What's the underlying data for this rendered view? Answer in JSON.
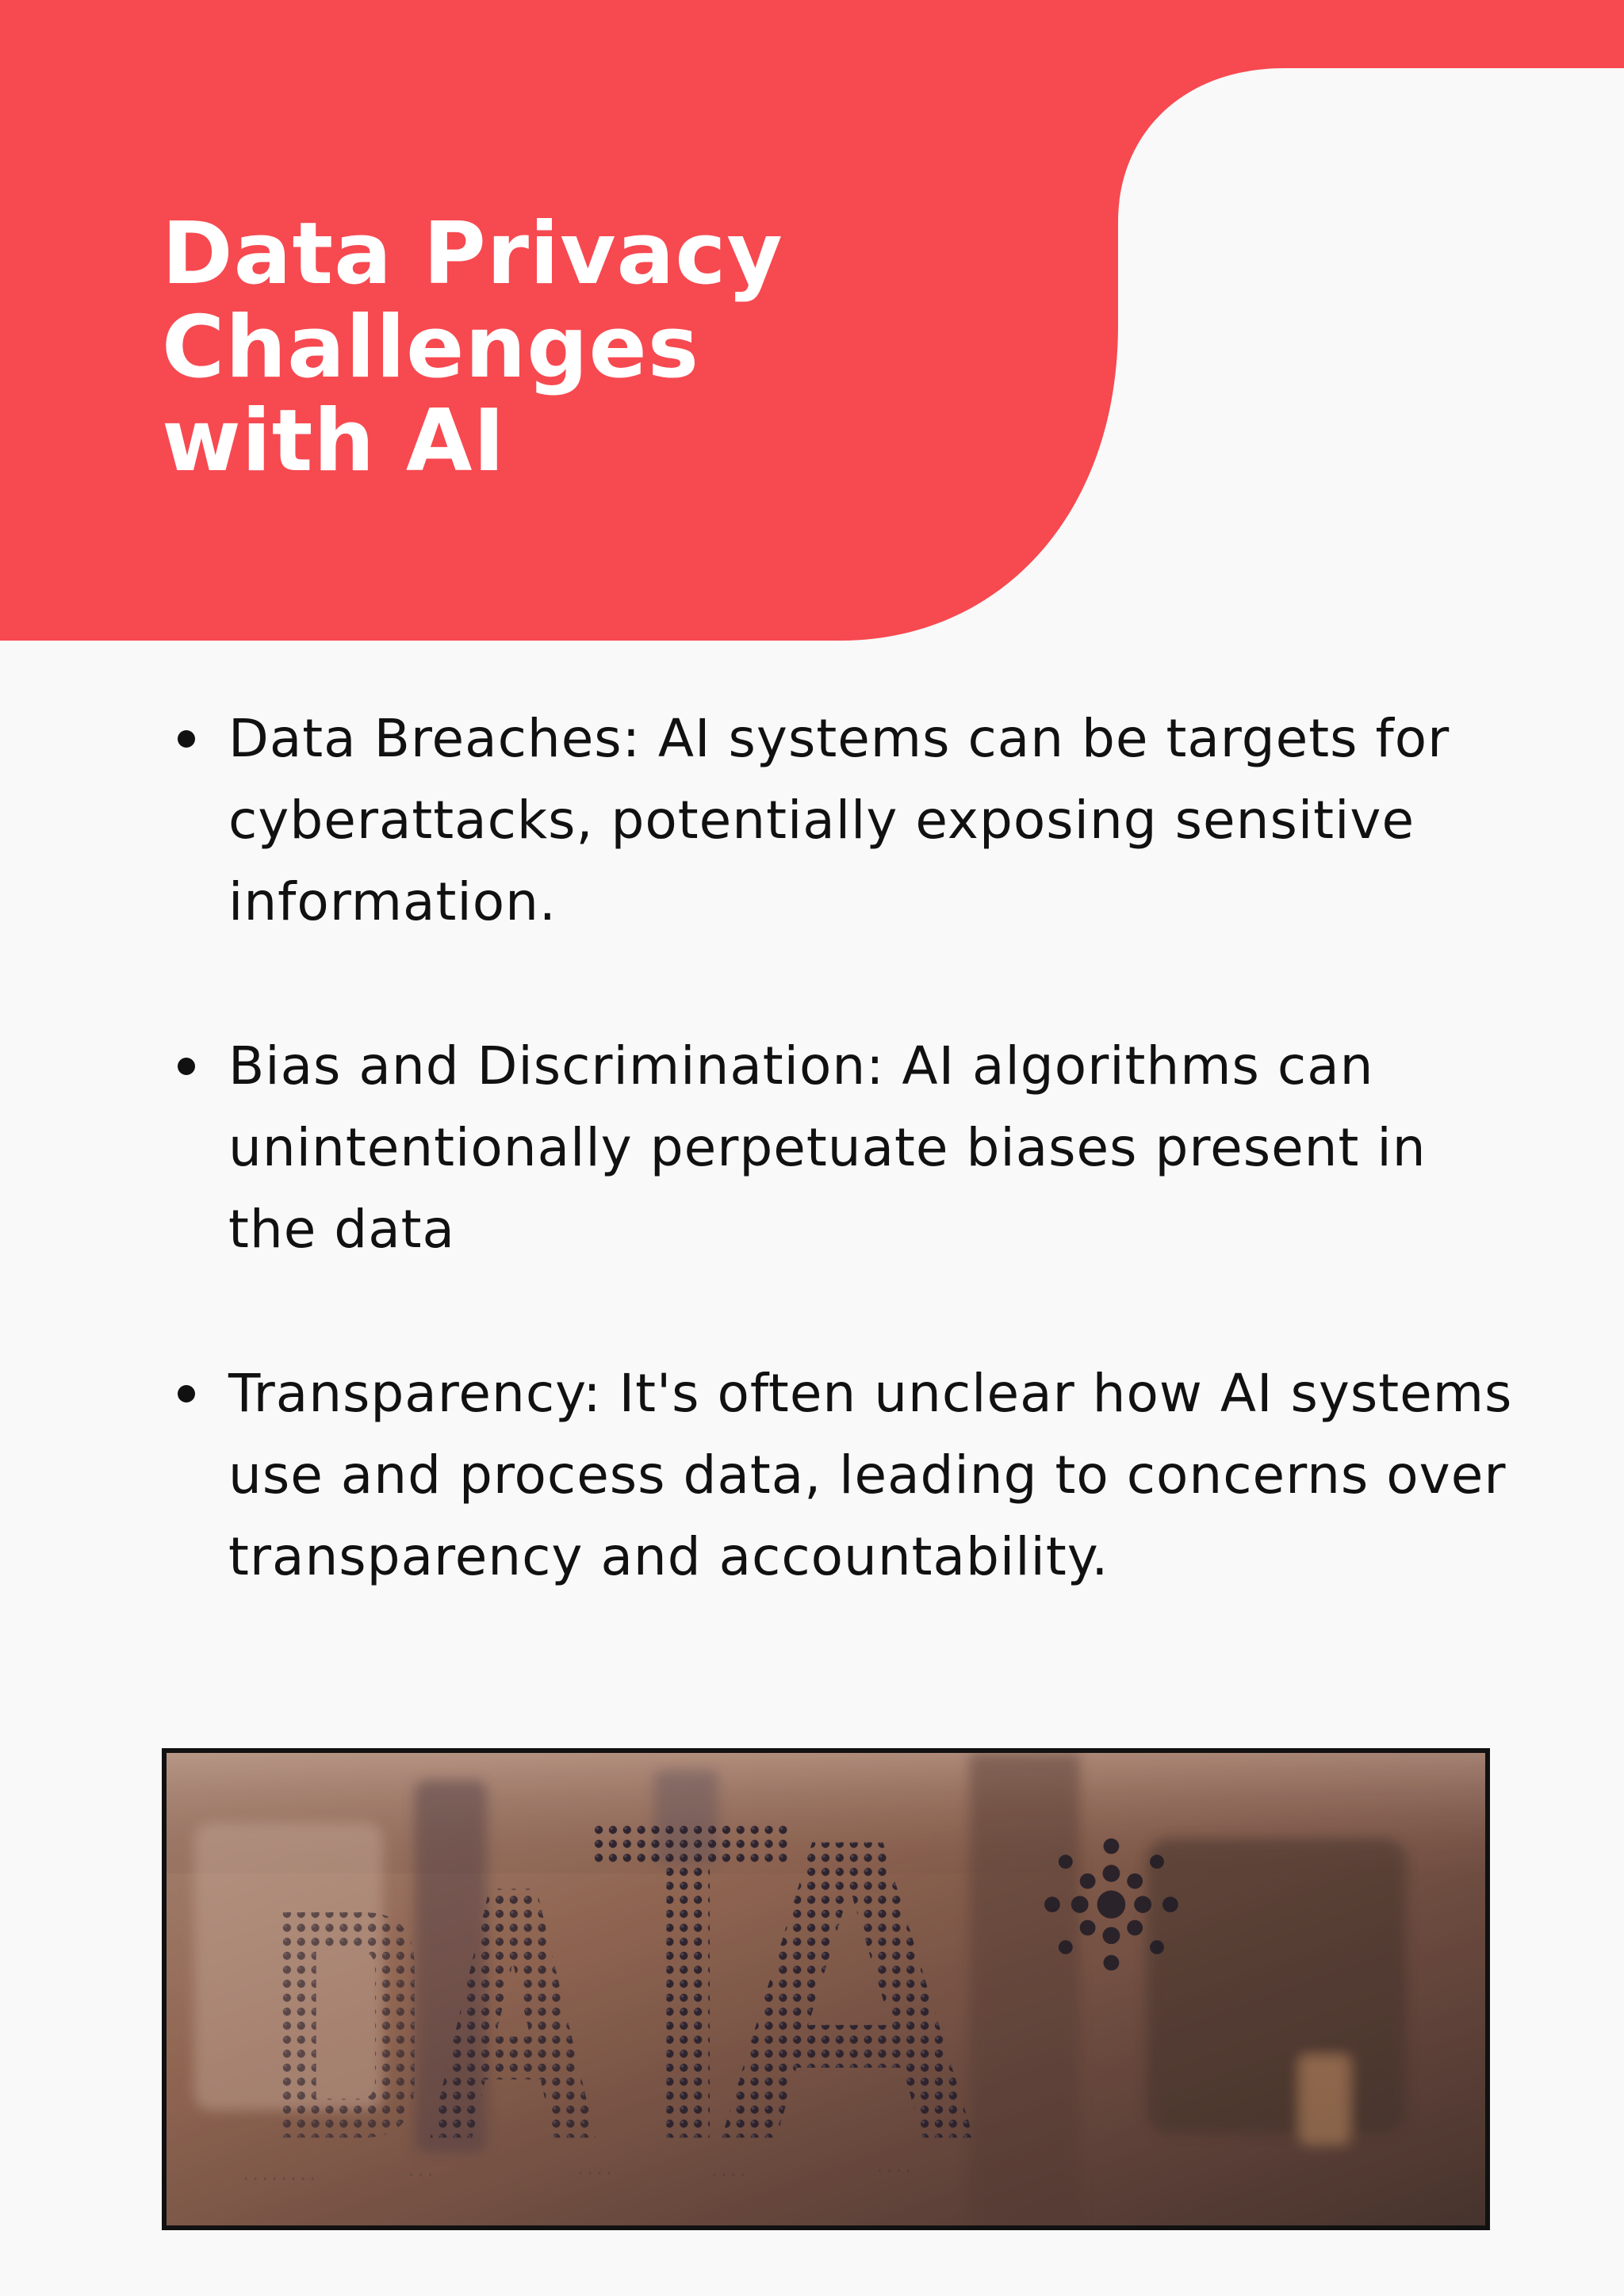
{
  "title": {
    "line1": "Data Privacy",
    "line2": "Challenges",
    "line3": "with AI"
  },
  "bullets": [
    {
      "text": "Data Breaches: AI systems can be targets for cyberattacks, potentially exposing sensitive information."
    },
    {
      "text": "Bias and Discrimination: AI algorithms can unintentionally perpetuate biases present in the data"
    },
    {
      "text": "Transparency: It's often unclear how AI systems use and process data, leading to concerns over transparency and accountability."
    }
  ],
  "image": {
    "lettering": "DATA"
  },
  "colors": {
    "accent": "#f74950",
    "background": "#f9f9f9",
    "text": "#111111",
    "title_text": "#ffffff"
  }
}
